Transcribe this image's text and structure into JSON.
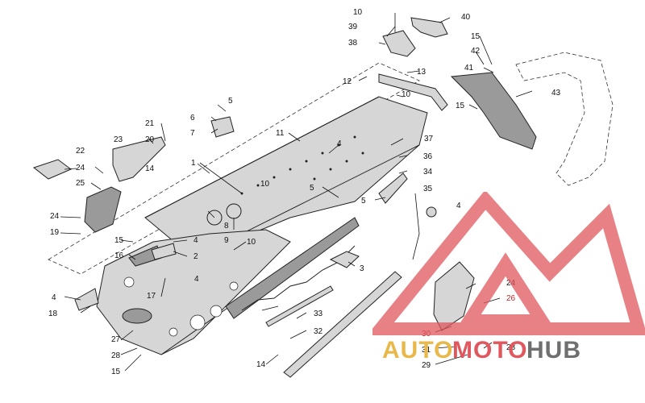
{
  "watermark": {
    "part1": "AUTO",
    "part2": "MOTO",
    "part3": "HUB",
    "color_yellow": "#e8b84a",
    "color_red": "#e0575e",
    "color_gray": "#6f6f6f"
  },
  "callouts": [
    {
      "id": "c10a",
      "label": "10",
      "red": false
    },
    {
      "id": "c40",
      "label": "40",
      "red": false
    },
    {
      "id": "c39",
      "label": "39",
      "red": false
    },
    {
      "id": "c38",
      "label": "38",
      "red": false
    },
    {
      "id": "c15a",
      "label": "15",
      "red": false
    },
    {
      "id": "c42",
      "label": "42",
      "red": false
    },
    {
      "id": "c41",
      "label": "41",
      "red": false
    },
    {
      "id": "c12",
      "label": "12",
      "red": false
    },
    {
      "id": "c13",
      "label": "13",
      "red": false
    },
    {
      "id": "c10b",
      "label": "10",
      "red": false
    },
    {
      "id": "c43",
      "label": "43",
      "red": false
    },
    {
      "id": "c15b",
      "label": "15",
      "red": false
    },
    {
      "id": "c5a",
      "label": "5",
      "red": false
    },
    {
      "id": "c6",
      "label": "6",
      "red": false
    },
    {
      "id": "c7",
      "label": "7",
      "red": false
    },
    {
      "id": "c21",
      "label": "21",
      "red": false
    },
    {
      "id": "c23",
      "label": "23",
      "red": false
    },
    {
      "id": "c20",
      "label": "20",
      "red": false
    },
    {
      "id": "c11",
      "label": "11",
      "red": false
    },
    {
      "id": "c37",
      "label": "37",
      "red": false
    },
    {
      "id": "c22",
      "label": "22",
      "red": false
    },
    {
      "id": "c1",
      "label": "1",
      "red": false
    },
    {
      "id": "c4a",
      "label": "4",
      "red": false
    },
    {
      "id": "c36",
      "label": "36",
      "red": false
    },
    {
      "id": "c24a",
      "label": "24",
      "red": false
    },
    {
      "id": "c14a",
      "label": "14",
      "red": false
    },
    {
      "id": "c10c",
      "label": "10",
      "red": false
    },
    {
      "id": "c34",
      "label": "34",
      "red": false
    },
    {
      "id": "c25",
      "label": "25",
      "red": false
    },
    {
      "id": "c5b",
      "label": "5",
      "red": false
    },
    {
      "id": "c35",
      "label": "35",
      "red": false
    },
    {
      "id": "c5c",
      "label": "5",
      "red": false
    },
    {
      "id": "c4b",
      "label": "4",
      "red": false
    },
    {
      "id": "c24b",
      "label": "24",
      "red": false
    },
    {
      "id": "c8",
      "label": "8",
      "red": false
    },
    {
      "id": "c19",
      "label": "19",
      "red": false
    },
    {
      "id": "c9",
      "label": "9",
      "red": false
    },
    {
      "id": "c15c",
      "label": "15",
      "red": false
    },
    {
      "id": "c4c",
      "label": "4",
      "red": false
    },
    {
      "id": "c10d",
      "label": "10",
      "red": false
    },
    {
      "id": "c16",
      "label": "16",
      "red": false
    },
    {
      "id": "c2",
      "label": "2",
      "red": false
    },
    {
      "id": "c3",
      "label": "3",
      "red": false
    },
    {
      "id": "c4d",
      "label": "4",
      "red": false
    },
    {
      "id": "c18",
      "label": "18",
      "red": false
    },
    {
      "id": "c17",
      "label": "17",
      "red": false
    },
    {
      "id": "c4e",
      "label": "4",
      "red": false
    },
    {
      "id": "c24c",
      "label": "24",
      "red": false
    },
    {
      "id": "c26",
      "label": "26",
      "red": true
    },
    {
      "id": "c33",
      "label": "33",
      "red": false
    },
    {
      "id": "c32",
      "label": "32",
      "red": false
    },
    {
      "id": "c27",
      "label": "27",
      "red": false
    },
    {
      "id": "c30",
      "label": "30",
      "red": true
    },
    {
      "id": "c28a",
      "label": "28",
      "red": false
    },
    {
      "id": "c31",
      "label": "31",
      "red": false
    },
    {
      "id": "c28b",
      "label": "28",
      "red": false
    },
    {
      "id": "c14b",
      "label": "14",
      "red": false
    },
    {
      "id": "c29",
      "label": "29",
      "red": false
    },
    {
      "id": "c15d",
      "label": "15",
      "red": false
    }
  ]
}
